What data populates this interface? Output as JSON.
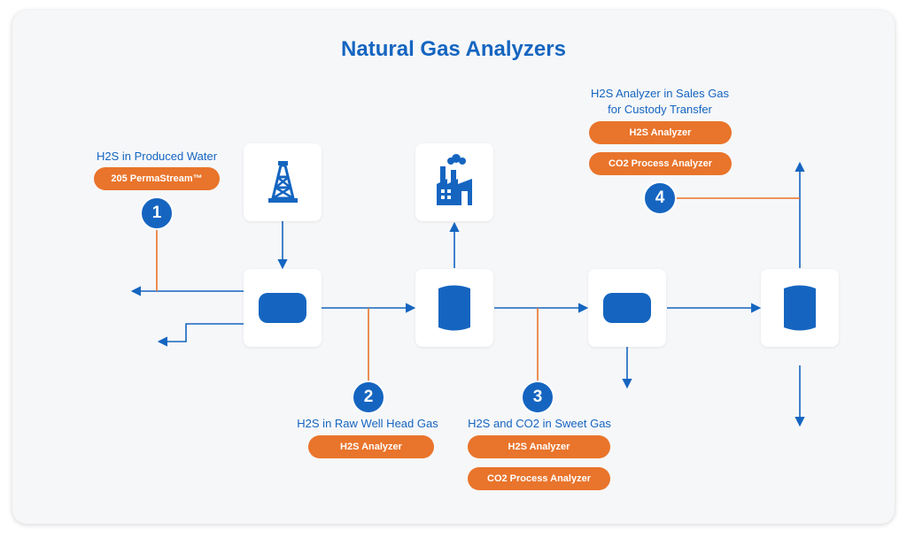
{
  "title": "Natural Gas Analyzers",
  "colors": {
    "blue": "#1565c0",
    "orange": "#e9742b",
    "background": "#f6f7f9"
  },
  "points": [
    {
      "number": "1",
      "label": "H2S in Produced Water",
      "analyzers": [
        "205 PermaStream™"
      ]
    },
    {
      "number": "2",
      "label": "H2S in Raw Well Head Gas",
      "analyzers": [
        "H2S Analyzer"
      ]
    },
    {
      "number": "3",
      "label": "H2S and CO2 in Sweet Gas",
      "analyzers": [
        "H2S Analyzer",
        "CO2 Process Analyzer"
      ]
    },
    {
      "number": "4",
      "label_lines": [
        "H2S Analyzer in Sales Gas",
        "for Custody Transfer"
      ],
      "analyzers": [
        "H2S Analyzer",
        "CO2 Process Analyzer"
      ]
    }
  ],
  "icons": [
    "oil-derrick-icon",
    "factory-icon",
    "horizontal-separator-icon",
    "vertical-vessel-icon",
    "horizontal-separator-icon",
    "vertical-vessel-icon"
  ]
}
